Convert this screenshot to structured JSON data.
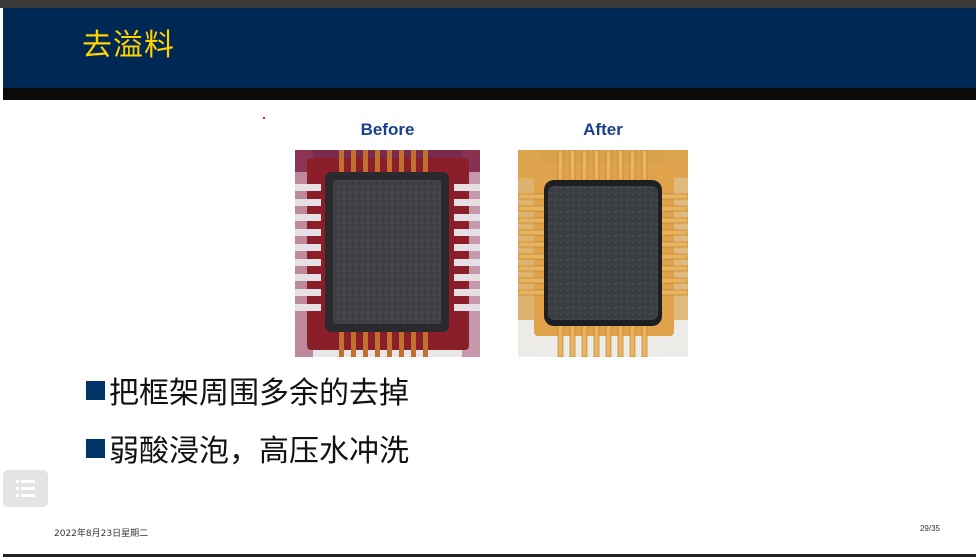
{
  "slide": {
    "title": "去溢料",
    "images": [
      {
        "label": "Before",
        "icon": "chip-before-deflash-image"
      },
      {
        "label": "After",
        "icon": "chip-after-deflash-image"
      }
    ],
    "bullets": [
      "把框架周围多余的去掉",
      "弱酸浸泡，高压水冲洗"
    ],
    "footer": {
      "date": "2022年8月23日星期二",
      "page": "29/35"
    }
  },
  "ui": {
    "menu_icon": "list-menu-icon"
  },
  "colors": {
    "title_bar": "#002855",
    "title_text": "#ffd200",
    "label_text": "#1b3f8f",
    "bullet_square": "#003366"
  }
}
